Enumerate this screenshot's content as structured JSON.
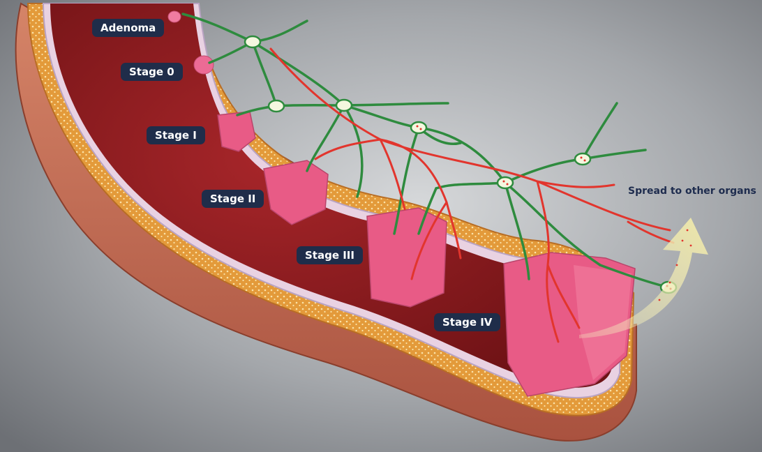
{
  "labels": {
    "adenoma": "Adenoma",
    "stage0": "Stage 0",
    "stage1": "Stage I",
    "stage2": "Stage II",
    "stage3": "Stage III",
    "stage4": "Stage IV"
  },
  "callout": "Spread to other organs",
  "colors": {
    "background": "#8f9296",
    "label_bg": "#1f2d4a",
    "lumen": "#8e1b1e",
    "fat_layer": "#e39a3a",
    "outer_wall": "#c96a52",
    "lymph_vessel": "#2e8b3e",
    "blood_vessel": "#e2352d",
    "tumor": "#e85b86",
    "arrow": "#eee7a9"
  }
}
